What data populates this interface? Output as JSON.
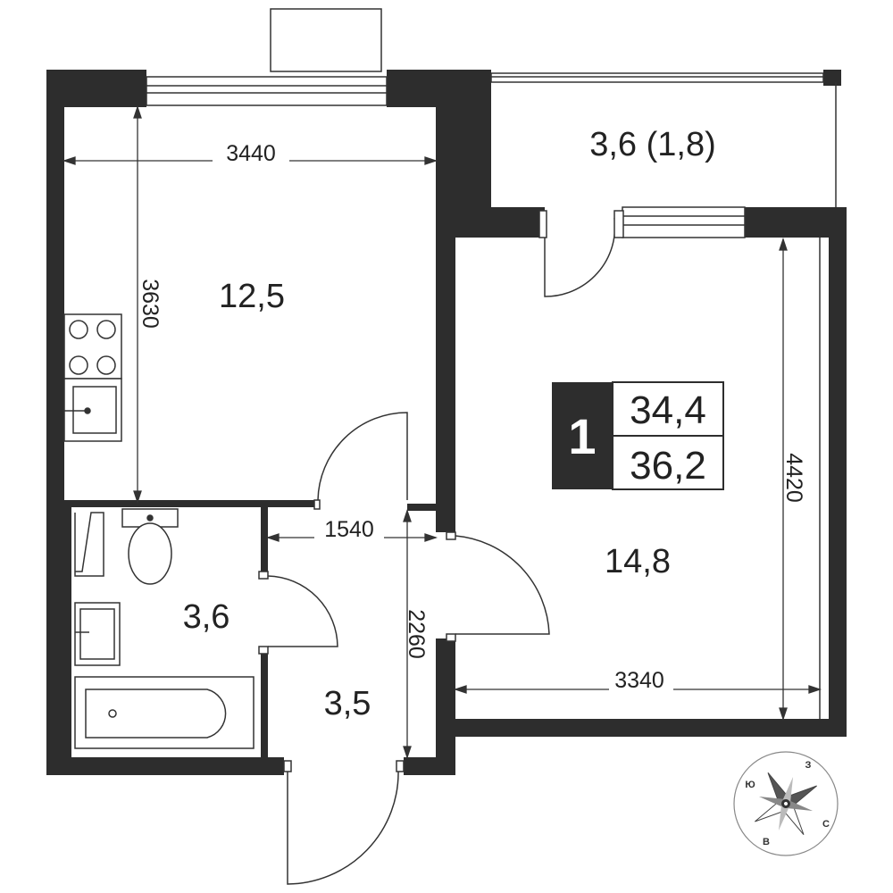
{
  "rooms": {
    "kitchen": "12,5",
    "balcony": "3,6 (1,8)",
    "living": "14,8",
    "bathroom": "3,6",
    "hall": "3,5"
  },
  "dimensions": {
    "kitchen_width": "3440",
    "kitchen_length": "3630",
    "living_length": "4420",
    "living_width": "3340",
    "hall_width": "1540",
    "hall_length": "2260"
  },
  "badge": {
    "rooms_count": "1",
    "living_area": "34,4",
    "total_area": "36,2"
  },
  "compass": {
    "north": "З",
    "west": "Ю",
    "south": "В",
    "east": "С"
  },
  "colors": {
    "wall": "#2d2d2d",
    "line": "#333333",
    "badge": "#2d2d2d"
  }
}
